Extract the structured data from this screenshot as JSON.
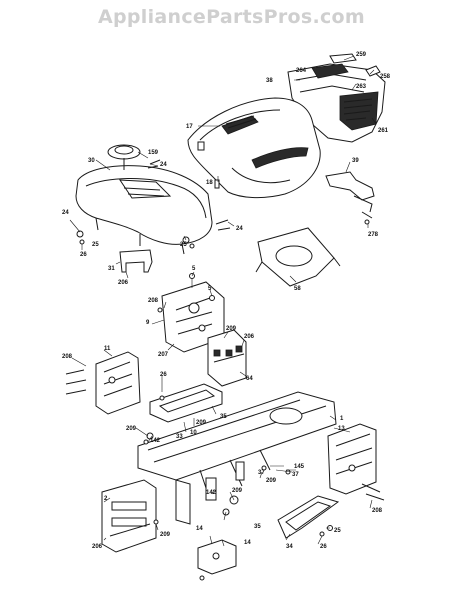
{
  "watermark": "AppliancePartsPros.com",
  "callouts": {
    "c259": "259",
    "c264": "264",
    "c258": "258",
    "c38": "38",
    "c263": "263",
    "c261": "261",
    "c17": "17",
    "c39": "39",
    "c278": "278",
    "c18": "18",
    "c30": "30",
    "c159": "159",
    "c24a": "24",
    "c24b": "24",
    "c25a": "25",
    "c26a": "26",
    "c25b": "25",
    "c24c": "24",
    "c31": "31",
    "c206a": "206",
    "c58": "58",
    "c5a": "5",
    "c5b": "5",
    "c208a": "208",
    "c9": "9",
    "c209a": "209",
    "c206b": "206",
    "c207": "207",
    "c64": "64",
    "c208b": "208",
    "c11": "11",
    "c26b": "26",
    "c35a": "35",
    "c209b": "209",
    "c33": "33",
    "c10": "10",
    "c1": "1",
    "c13": "13",
    "c209c": "209",
    "c142a": "142",
    "c37a": "37",
    "c145": "145",
    "c37b": "37",
    "c209d": "209",
    "c2": "2",
    "c142b": "142",
    "c209e": "209",
    "c35b": "35",
    "c208c": "208",
    "c206c": "206",
    "c209f": "209",
    "c14a": "14",
    "c14b": "14",
    "c34": "34",
    "c26c": "26",
    "c25c": "25"
  }
}
